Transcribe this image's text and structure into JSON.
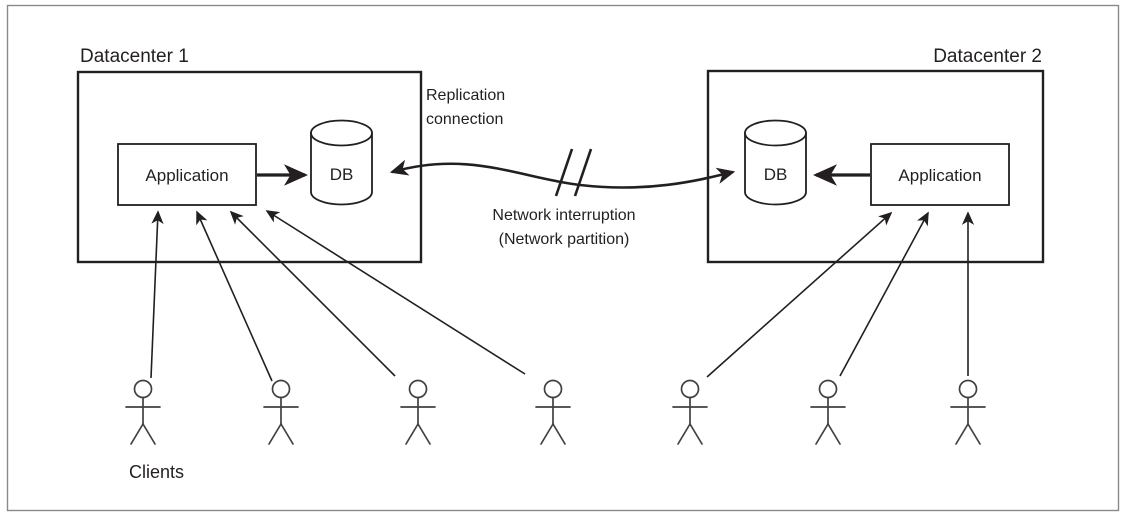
{
  "figure": {
    "kind": "architecture-diagram",
    "background": "#ffffff",
    "ink_color": "#231f20",
    "frame_color": "#8a8a8a"
  },
  "datacenters": [
    {
      "id": "dc1",
      "title": "Datacenter 1",
      "title_align": "left",
      "app_label": "Application",
      "db_label": "DB",
      "app_side": "left",
      "db_side": "right",
      "client_count": 4
    },
    {
      "id": "dc2",
      "title": "Datacenter 2",
      "title_align": "right",
      "app_label": "Application",
      "db_label": "DB",
      "app_side": "right",
      "db_side": "left",
      "client_count": 3
    }
  ],
  "annotations": {
    "replication": "Replication\nconnection",
    "replication_line1": "Replication",
    "replication_line2": "connection",
    "interruption_line1": "Network interruption",
    "interruption_line2": "(Network partition)",
    "clients_label": "Clients"
  },
  "chart_data": {
    "type": "diagram",
    "title": "",
    "nodes": [
      {
        "id": "dc1",
        "label": "Datacenter 1",
        "type": "boundary"
      },
      {
        "id": "dc1-app",
        "label": "Application",
        "type": "box",
        "parent": "dc1"
      },
      {
        "id": "dc1-db",
        "label": "DB",
        "type": "cylinder",
        "parent": "dc1"
      },
      {
        "id": "dc2",
        "label": "Datacenter 2",
        "type": "boundary"
      },
      {
        "id": "dc2-db",
        "label": "DB",
        "type": "cylinder",
        "parent": "dc2"
      },
      {
        "id": "dc2-app",
        "label": "Application",
        "type": "box",
        "parent": "dc2"
      },
      {
        "id": "clients",
        "label": "Clients",
        "type": "actor-group",
        "count": 7
      }
    ],
    "edges": [
      {
        "from": "dc1-app",
        "to": "dc1-db",
        "label": "",
        "style": "solid-arrow"
      },
      {
        "from": "dc2-app",
        "to": "dc2-db",
        "label": "",
        "style": "solid-arrow"
      },
      {
        "from": "dc1-db",
        "to": "dc2-db",
        "label": "Replication connection",
        "style": "bidirectional-curve-broken",
        "broken_label": "Network interruption (Network partition)"
      },
      {
        "from": "clients",
        "to": "dc1-app",
        "label": "",
        "style": "arrow",
        "count": 4
      },
      {
        "from": "clients",
        "to": "dc2-app",
        "label": "",
        "style": "arrow",
        "count": 3
      }
    ]
  }
}
